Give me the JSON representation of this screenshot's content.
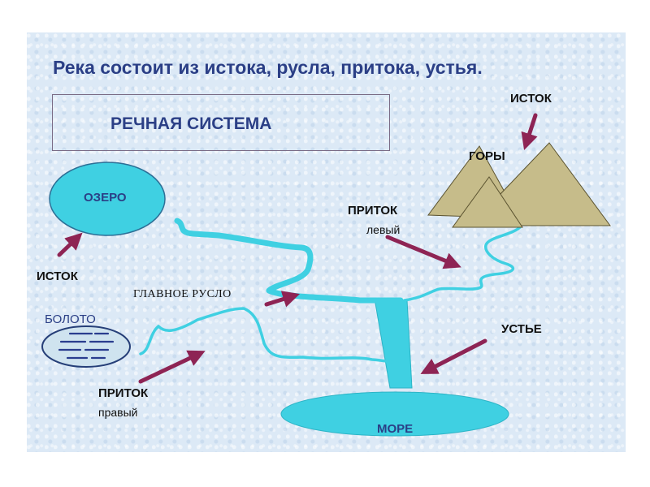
{
  "title": "Река состоит из истока, русла, притока, устья.",
  "system_label": "РЕЧНАЯ СИСТЕМА",
  "features": {
    "lake": "ОЗЕРО",
    "swamp": "БОЛОТО",
    "sea": "МОРЕ",
    "mountains": "ГОРЫ"
  },
  "labels": {
    "source_top": "ИСТОК",
    "source_left": "ИСТОК",
    "tributary_left": "ПРИТОК",
    "tributary_left_sub": "левый",
    "main_channel": "ГЛАВНОЕ РУСЛО",
    "mouth": "УСТЬЕ",
    "tributary_right": "ПРИТОК",
    "tributary_right_sub": "правый"
  },
  "colors": {
    "water": "#3fd0e2",
    "water_stroke": "#23b8cc",
    "lake": "#3fd0e2",
    "swamp": "#cfe3ef",
    "mountain": "#c6bc8a",
    "arrow": "#8e2454",
    "title": "#2b3f86"
  }
}
